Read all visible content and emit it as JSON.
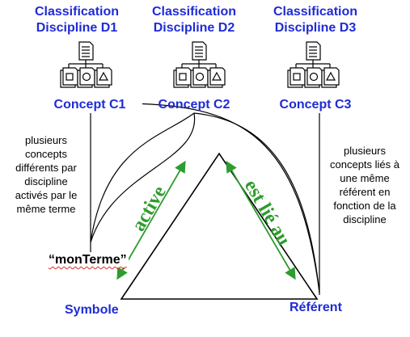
{
  "classifications": [
    {
      "title_line1": "Classification",
      "title_line2": "Discipline D1",
      "icon": "hierarchy-document-icon"
    },
    {
      "title_line1": "Classification",
      "title_line2": "Discipline D2",
      "icon": "hierarchy-document-icon"
    },
    {
      "title_line1": "Classification",
      "title_line2": "Discipline D3",
      "icon": "hierarchy-document-icon"
    }
  ],
  "concepts": [
    "Concept C1",
    "Concept C2",
    "Concept C3"
  ],
  "left_note": [
    "plusieurs",
    "concepts",
    "différents par",
    "discipline",
    "activés par le",
    "même terme"
  ],
  "right_note": [
    "plusieurs",
    "concepts liés à",
    "une même",
    "référent en",
    "fonction de la",
    "discipline"
  ],
  "term": "“monTerme”",
  "symbol_label": "Symbole",
  "referent_label": "Référent",
  "relations": {
    "left": "active",
    "right": "est lié au"
  },
  "colors": {
    "label_blue": "#1f2bd6",
    "relation_green": "#2e9c2e",
    "underline_red": "#d93025"
  }
}
